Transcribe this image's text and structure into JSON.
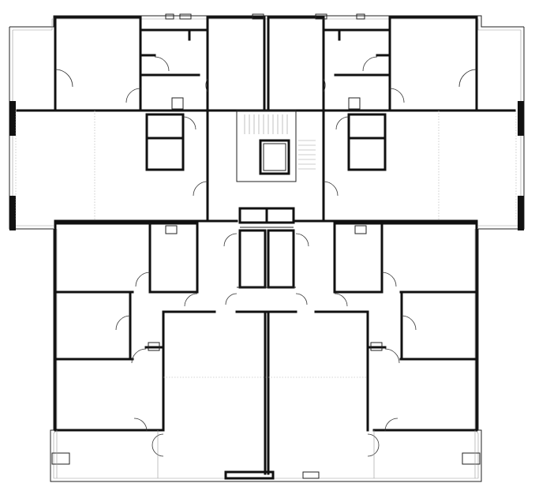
{
  "drawing": {
    "kind": "floor-plan",
    "units": 4,
    "stair_cores": 1,
    "lift_shafts": 2,
    "line_color": "#111111",
    "background": "#ffffff",
    "text_labels": []
  }
}
